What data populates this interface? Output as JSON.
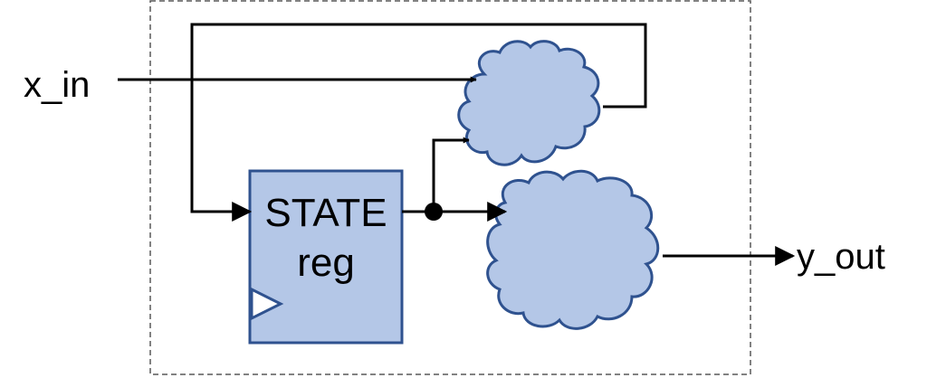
{
  "diagram": {
    "input_label": "x_in",
    "output_label": "y_out",
    "state_register": {
      "line1": "STATE",
      "line2": "reg"
    }
  },
  "colors": {
    "block_fill": "#b4c7e7",
    "block_stroke": "#2f528f",
    "wire": "#000000",
    "boundary": "#595959",
    "clock_marker_fill": "#ffffff"
  },
  "icons": {
    "next_state_logic": "cloud-icon",
    "output_logic": "cloud-icon",
    "clock_input": "triangle-icon",
    "junction": "dot-icon"
  }
}
